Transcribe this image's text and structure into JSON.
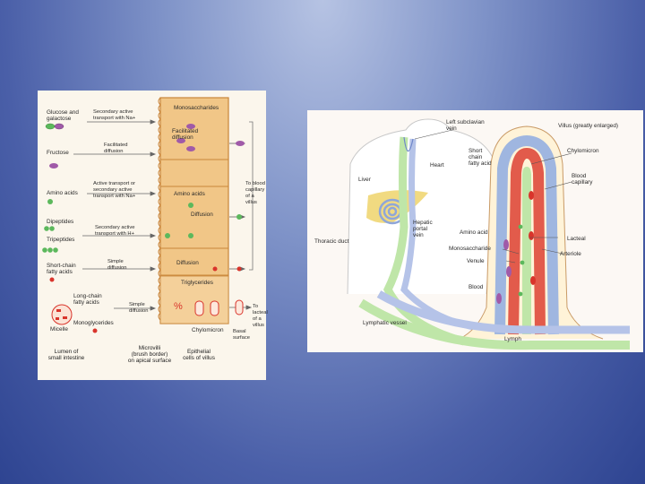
{
  "left": {
    "substances": {
      "glucose": "Glucose and\ngalactose",
      "fructose": "Fructose",
      "amino": "Amino acids",
      "dipep": "Dipeptides",
      "tripep": "Tripeptides",
      "scfa": "Short-chain\nfatty acids",
      "lcfa": "Long-chain\nfatty acids",
      "micelle": "Micelle",
      "monogly": "Monoglycerides"
    },
    "mechanisms": {
      "m1": "Secondary active\ntransport with Na+",
      "m2": "Facilitated\ndiffusion",
      "m3": "Active transport or\nsecondary active\ntransport with Na+",
      "m4": "Secondary active\ntransport with H+",
      "m5": "Simple\ndiffusion",
      "m6": "Simple\ndiffusion"
    },
    "cell": {
      "monosaccharides": "Monosaccharides",
      "facilitated": "Facilitated\ndiffusion",
      "amino": "Amino acids",
      "diffusion1": "Diffusion",
      "diffusion2": "Diffusion",
      "triglycerides": "Triglycerides",
      "chylomicron": "Chylomicron"
    },
    "to_blood": "To blood\ncapillary\nof a villus",
    "to_lacteal": "To lacteal\nof a villus",
    "basal": "Basal\nsurface",
    "lumen": "Lumen of\nsmall intestine",
    "microvilli": "Microvilli\n(brush border)\non apical surface",
    "epithelial": "Epithelial\ncells of villus"
  },
  "right": {
    "villus": "Villus (greatly enlarged)",
    "left_subclavian": "Left subclavian\nvein",
    "short_chain": "Short\nchain\nfatty acid",
    "heart": "Heart",
    "liver": "Liver",
    "thoracic": "Thoracic duct",
    "hepatic": "Hepatic\nportal\nvein",
    "chylomicron": "Chylomicron",
    "blood_capillary": "Blood\ncapillary",
    "amino": "Amino acid",
    "lacteal": "Lacteal",
    "mono": "Monosaccharide",
    "arteriole": "Arteriole",
    "venule": "Venule",
    "blood": "Blood",
    "lymph_vessel": "Lymphatic vessel",
    "lymph": "Lymph"
  },
  "colors": {
    "green_molecule": "#5cb85c",
    "purple_molecule": "#a05aa8",
    "red_molecule": "#d9342b",
    "cell_tan": "#f1c687",
    "cell_border": "#c9853a",
    "capillary_red": "#e25b4b",
    "lacteal_green": "#bfe6a8",
    "vein_blue": "#9fb6e0",
    "liver_yellow": "#efd36b"
  }
}
